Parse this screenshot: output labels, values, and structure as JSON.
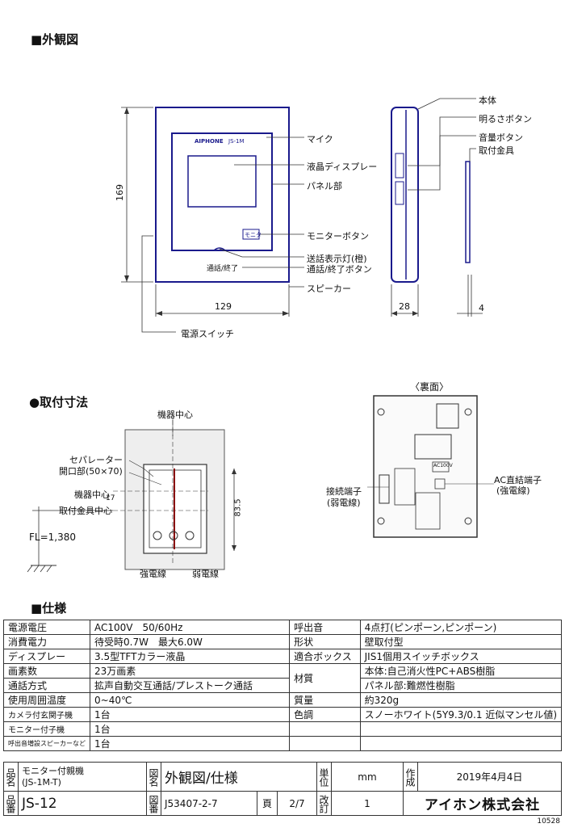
{
  "sections": {
    "exterior": "■外観図",
    "mounting": "●取付寸法",
    "specs": "■仕様"
  },
  "front_labels": {
    "mic": "マイク",
    "lcd": "液晶ディスプレー",
    "panel": "パネル部",
    "monitor_btn": "モニターボタン",
    "send_lamp": "送話表示灯(橙)",
    "talk_end_btn": "通話/終了ボタン",
    "talk_end_small": "通話/終了",
    "speaker": "スピーカー",
    "power_switch": "電源スイッチ",
    "monitor_key": "モニタ",
    "logo": "AIPHONE",
    "model_small": "JS-1M",
    "dim_height": "169",
    "dim_width": "129"
  },
  "side_labels": {
    "body": "本体",
    "brightness_btn": "明るさボタン",
    "volume_btn": "音量ボタン",
    "bracket": "取付金具",
    "dim_depth": "28",
    "dim_bracket": "4"
  },
  "mount_labels": {
    "device_center_top": "機器中心",
    "separator": "セパレーター",
    "opening": "開口部(50×70)",
    "device_center": "機器中心",
    "bracket_center": "取付金具中心",
    "fl": "FL=1,380",
    "dim_17": "17",
    "dim_835": "83.5",
    "strong_wire": "強電線",
    "weak_wire": "弱電線"
  },
  "rear_labels": {
    "title": "〈裏面〉",
    "ac_terminal": "AC直結端子",
    "ac_terminal_sub": "(強電線)",
    "conn_terminal": "接続端子",
    "conn_terminal_sub": "(弱電線)",
    "ac_tag": "AC100V"
  },
  "specs": [
    {
      "k1": "電源電圧",
      "v1": "AC100V　50/60Hz",
      "k2": "呼出音",
      "v2": "4点打(ピンポーン,ピンポーン)"
    },
    {
      "k1": "消費電力",
      "v1": "待受時0.7W　最大6.0W",
      "k2": "形状",
      "v2": "壁取付型"
    },
    {
      "k1": "ディスプレー",
      "v1": "3.5型TFTカラー液晶",
      "k2": "適合ボックス",
      "v2": "JIS1個用スイッチボックス"
    },
    {
      "k1": "画素数",
      "v1": "23万画素",
      "k2": "材質",
      "v2": "本体:自己消火性PC+ABS樹脂"
    },
    {
      "k1": "通話方式",
      "v1": "拡声自動交互通話/プレストーク通話",
      "v2": "パネル部:難燃性樹脂"
    },
    {
      "k1": "使用周囲温度",
      "v1": "0~40℃",
      "k2": "質量",
      "v2": "約320g"
    },
    {
      "k1": "カメラ付玄関子機",
      "v1": "1台",
      "k2": "色調",
      "v2": "スノーホワイト(5Y9.3/0.1 近似マンセル値)"
    },
    {
      "k1": "モニター付子機",
      "v1": "1台",
      "k2": "",
      "v2": ""
    },
    {
      "k1": "呼出音増設スピーカーなど",
      "v1": "1台",
      "k2": "",
      "v2": ""
    }
  ],
  "titleblock": {
    "name_label": "品名",
    "name_value_1": "モニター付親機",
    "name_value_2": "(JS-1M-T)",
    "drawing_label": "図名",
    "drawing_value": "外観図/仕様",
    "unit_label": "単位",
    "unit_value": "mm",
    "made_label": "作成",
    "made_value": "2019年4月4日",
    "no_label": "品番",
    "no_value": "JS-12",
    "fig_no_label": "図番",
    "fig_no_value": "J53407-2-7",
    "page_label": "頁",
    "page_value": "2/7",
    "rev_label": "改訂",
    "rev_value": "1",
    "company": "アイホン株式会社",
    "code": "10528"
  },
  "colors": {
    "line": "#1a1a8c",
    "ink": "#111111"
  }
}
